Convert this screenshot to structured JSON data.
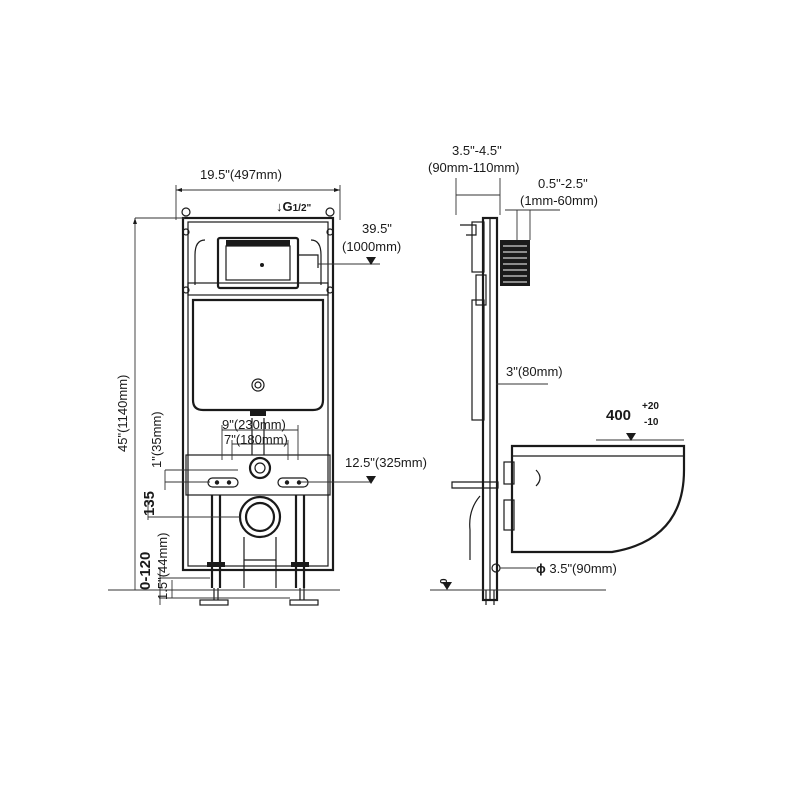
{
  "front_view": {
    "width": "19.5\"(497mm)",
    "supply_thread": "G",
    "supply_thread_size": "1/2\"",
    "flush_height": "39.5\"",
    "flush_height_mm": "(1000mm)",
    "overall_height": "45\"(1140mm)",
    "stud_spacing_outer": "9\"(230mm)",
    "stud_spacing_inner": "7\"(180mm)",
    "bolt_height": "12.5\"(325mm)",
    "bolt_offset": "1\"(35mm)",
    "drain_offset": "135",
    "base_offset": "1.5\"(44mm)",
    "leg_adjust": "0-120"
  },
  "side_view": {
    "frame_depth": "3.5\"-4.5\"",
    "frame_depth_mm": "(90mm-110mm)",
    "wall_thickness": "0.5\"-2.5\"",
    "wall_thickness_mm": "(1mm-60mm)",
    "depth_mark": "3\"(80mm)",
    "bowl_height": "400",
    "bowl_tol_plus": "+20",
    "bowl_tol_minus": "-10",
    "pipe_diameter": "3.5\"(90mm)",
    "diameter_symbol": "ϕ",
    "floor_mark": "0"
  }
}
